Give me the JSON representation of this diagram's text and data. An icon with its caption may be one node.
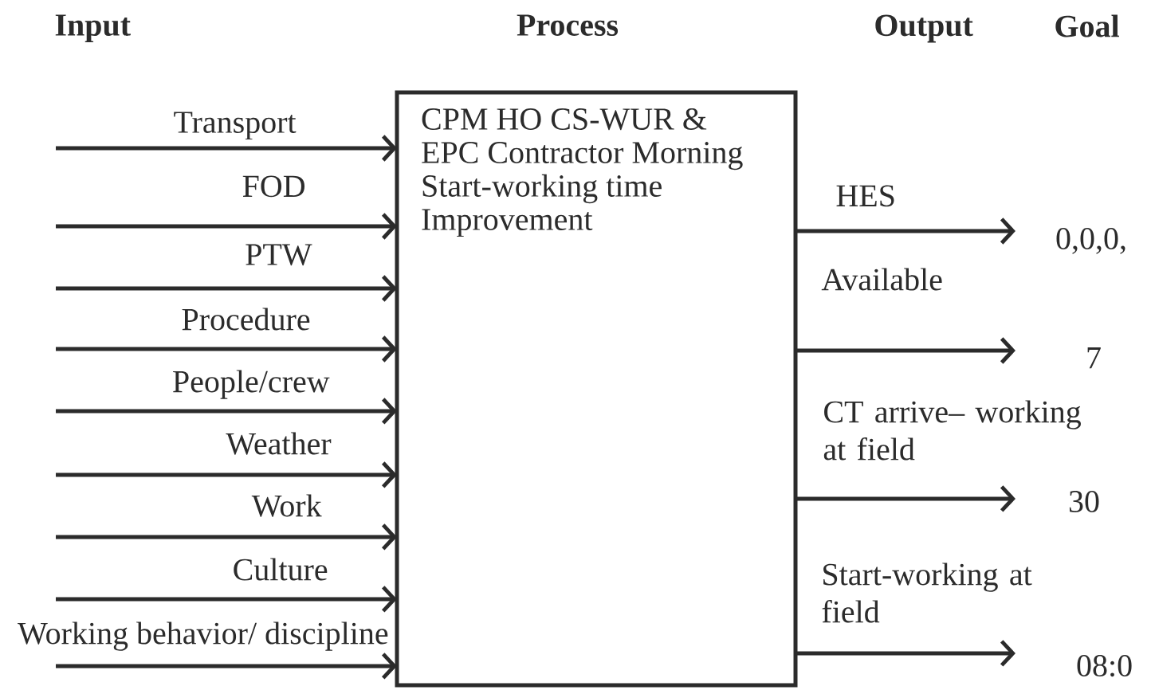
{
  "diagram": {
    "nodes": [
      {
        "text": [
          "CPM HO CS-WUR & EPC Contractor Morning Start-working time Improvement"
        ]
      },
      {
        "text": [
          "0,0,0,"
        ]
      },
      {
        "text": [
          "7"
        ]
      },
      {
        "text": [
          "30"
        ]
      },
      {
        "text": [
          "08:0"
        ]
      }
    ],
    "edges": [
      {
        "from": null,
        "to": 0,
        "arrow": "to",
        "label": "Transport"
      },
      {
        "from": null,
        "to": 0,
        "arrow": "to",
        "label": "FOD"
      },
      {
        "from": null,
        "to": 0,
        "arrow": "to",
        "label": "PTW"
      },
      {
        "from": null,
        "to": 0,
        "arrow": "to",
        "label": "Procedure"
      },
      {
        "from": null,
        "to": 0,
        "arrow": "to",
        "label": "People/crew"
      },
      {
        "from": null,
        "to": 0,
        "arrow": "to",
        "label": "Weather"
      },
      {
        "from": null,
        "to": 0,
        "arrow": "to",
        "label": "Work"
      },
      {
        "from": null,
        "to": 0,
        "arrow": "to",
        "label": "Culture"
      },
      {
        "from": null,
        "to": 0,
        "arrow": "to",
        "label": "Working behavior/ discipline"
      },
      {
        "from": 0,
        "to": 1,
        "arrow": "to",
        "label": "HES"
      },
      {
        "from": 0,
        "to": 2,
        "arrow": "to",
        "label": "Available"
      },
      {
        "from": 0,
        "to": 3,
        "arrow": "to",
        "label": "CT arrive– working at field"
      },
      {
        "from": 0,
        "to": 4,
        "arrow": "to",
        "label": "Start-working at field"
      }
    ],
    "labels": [
      "Input",
      "Process",
      "Output",
      "Goal"
    ]
  }
}
